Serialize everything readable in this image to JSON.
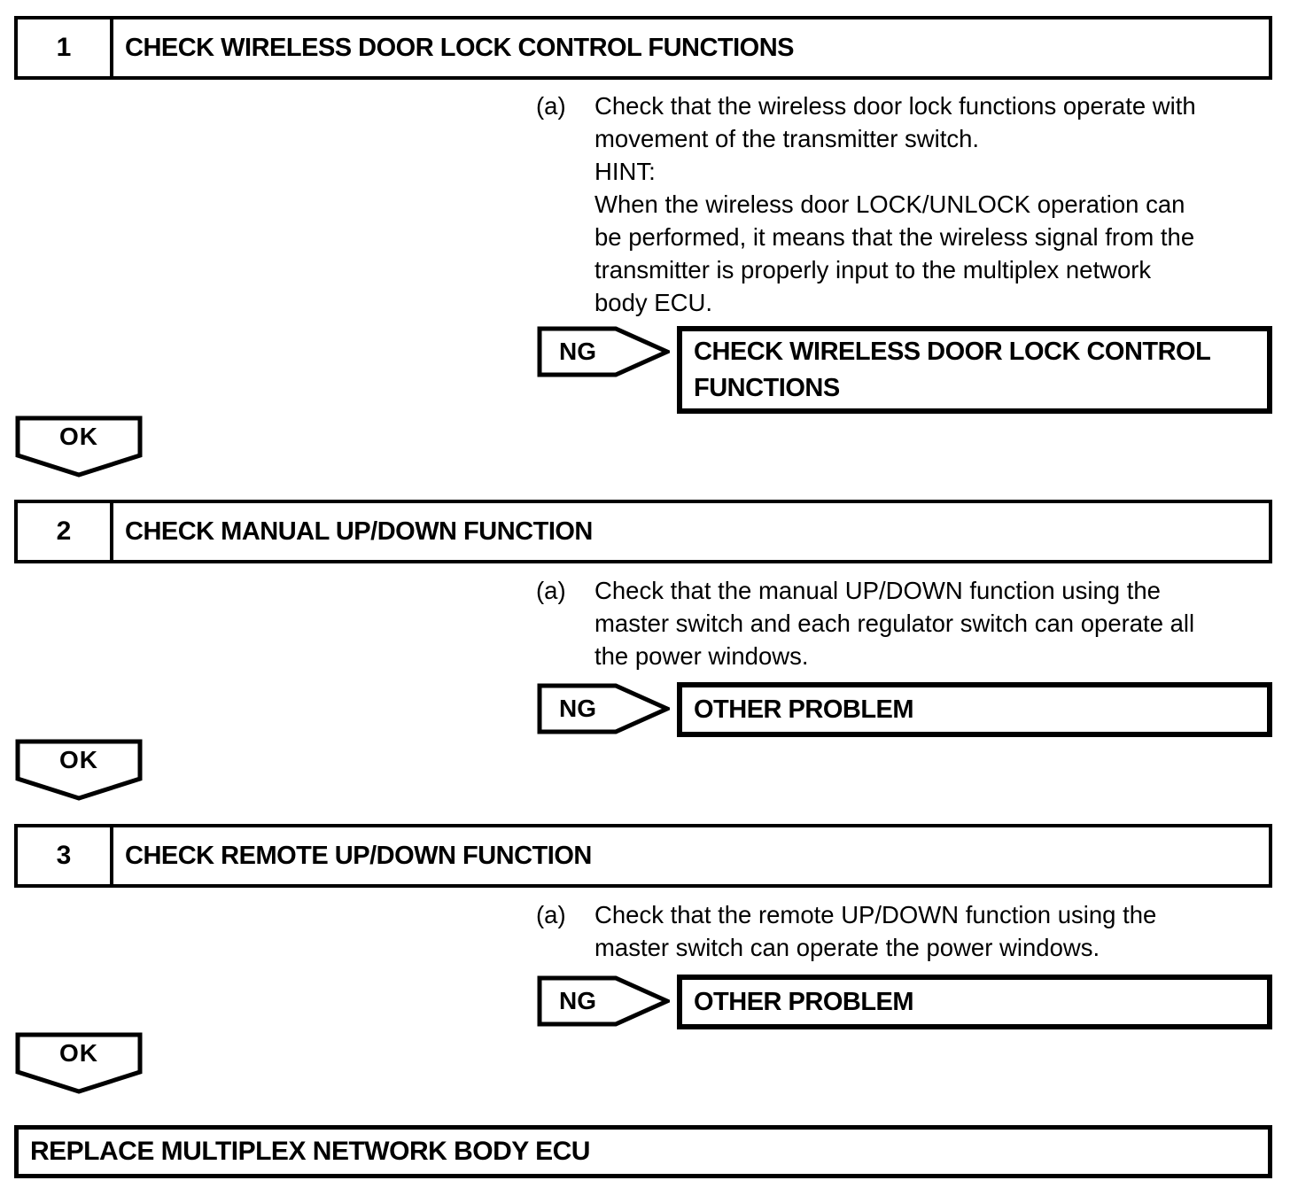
{
  "colors": {
    "ink": "#000000",
    "paper": "#ffffff"
  },
  "labels": {
    "ng": "NG",
    "ok": "OK"
  },
  "steps": [
    {
      "number": "1",
      "title": "CHECK WIRELESS DOOR LOCK CONTROL FUNCTIONS",
      "item_marker": "(a)",
      "instruction": "Check that the wireless door lock functions operate with\nmovement of the transmitter switch.\nHINT:\nWhen the wireless door LOCK/UNLOCK operation can\nbe performed, it means that the wireless signal from the\ntransmitter is properly input to the multiplex network\nbody ECU.",
      "ng_result": "CHECK WIRELESS DOOR LOCK CONTROL\nFUNCTIONS"
    },
    {
      "number": "2",
      "title": "CHECK MANUAL UP/DOWN FUNCTION",
      "item_marker": "(a)",
      "instruction": "Check that the manual UP/DOWN function using the\nmaster switch and each regulator switch can operate all\nthe power windows.",
      "ng_result": "OTHER PROBLEM"
    },
    {
      "number": "3",
      "title": "CHECK REMOTE UP/DOWN FUNCTION",
      "item_marker": "(a)",
      "instruction": "Check that the remote UP/DOWN function using the\nmaster switch can operate the power windows.",
      "ng_result": "OTHER PROBLEM"
    }
  ],
  "final_action": "REPLACE MULTIPLEX NETWORK BODY ECU"
}
